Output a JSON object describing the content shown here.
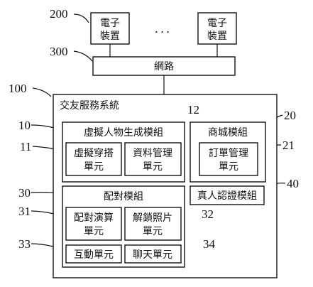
{
  "refs": {
    "device": "200",
    "network": "300",
    "system": "100",
    "avatar_module": "10",
    "outfit_unit": "11",
    "data_mgmt_unit": "12",
    "mall_module": "20",
    "order_mgmt_unit": "21",
    "matching_module": "30",
    "matching_algo_unit": "31",
    "unlock_photo_unit": "32",
    "interaction_unit": "33",
    "chat_unit": "34",
    "identity_module": "40"
  },
  "devices": {
    "left": [
      "電子",
      "裝置"
    ],
    "right": [
      "電子",
      "裝置"
    ],
    "ellipsis": "..."
  },
  "network_label": "網路",
  "system_label": "交友服務系統",
  "avatar_module": {
    "label": "虛擬人物生成模組",
    "outfit_unit": [
      "虛擬穿搭",
      "單元"
    ],
    "data_mgmt_unit": [
      "資料管理",
      "單元"
    ]
  },
  "mall_module": {
    "label": "商城模組",
    "order_mgmt_unit": [
      "訂單管理",
      "單元"
    ]
  },
  "identity_module_label": "真人認證模組",
  "matching_module": {
    "label": "配對模組",
    "algo_unit": [
      "配對演算",
      "單元"
    ],
    "unlock_unit": [
      "解鎖照片",
      "單元"
    ],
    "interaction_unit": "互動單元",
    "chat_unit": "聊天單元"
  }
}
